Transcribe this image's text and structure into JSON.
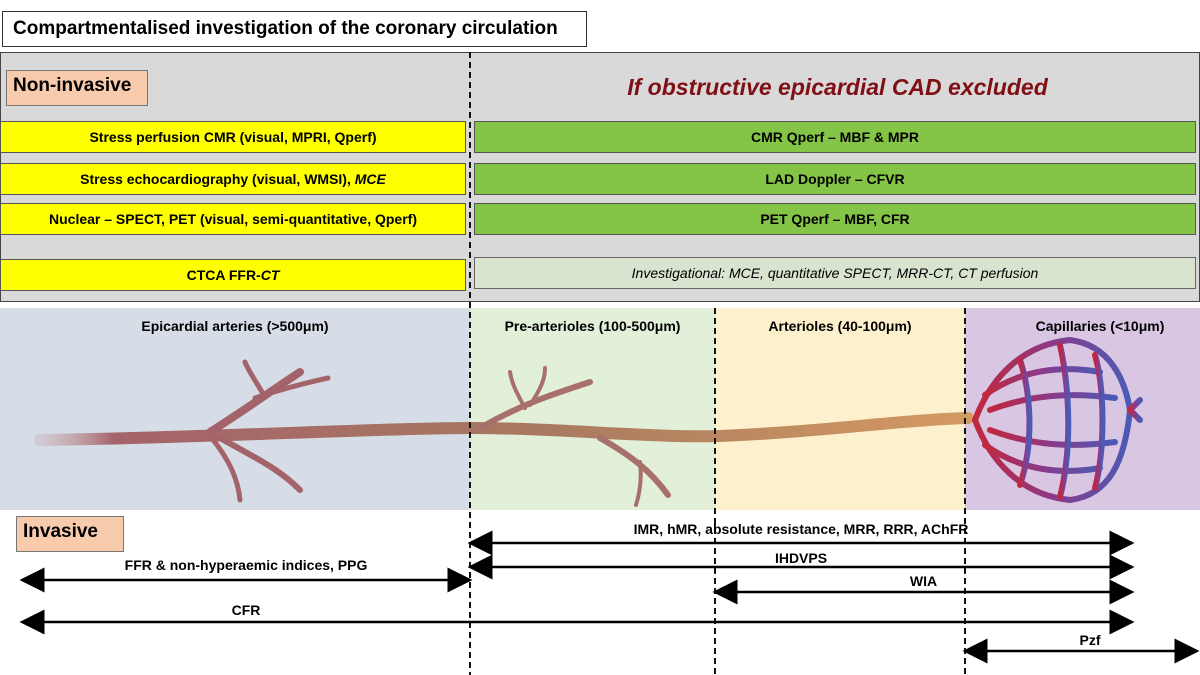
{
  "title": "Compartmentalised investigation of the coronary circulation",
  "noninvasive_tag": "Non-invasive",
  "cad_heading": "If obstructive epicardial CAD excluded",
  "left_tests": [
    {
      "label": "Stress perfusion CMR (visual, MPRI, Qperf)"
    },
    {
      "label": "Stress echocardiography (visual, WMSI),",
      "italic": "MCE"
    },
    {
      "label": "Nuclear – SPECT, PET (visual, semi-quantitative, Qperf)"
    },
    {
      "label": "CTCA FFR-",
      "italic": "CT"
    }
  ],
  "right_tests": [
    {
      "label": "CMR Qperf – MBF & MPR"
    },
    {
      "label": "LAD Doppler – CFVR"
    },
    {
      "label": "PET Qperf – MBF, CFR"
    },
    {
      "label": "Investigational: MCE, quantitative SPECT,  MRR-CT,  CT perfusion"
    }
  ],
  "zones": [
    {
      "label": "Epicardial arteries (>500μm)",
      "color": "#d6dde6"
    },
    {
      "label": "Pre-arterioles (100-500μm)",
      "color": "#e2efd9"
    },
    {
      "label": "Arterioles (40-100μm)",
      "color": "#fdf0cd"
    },
    {
      "label": "Capillaries (<10μm)",
      "color": "#d9c6e2"
    }
  ],
  "invasive_tag": "Invasive",
  "invasive_methods": [
    {
      "label": "IMR, hMR, absolute resistance, MRR, RRR, AChFR"
    },
    {
      "label": "FFR & non-hyperaemic indices, PPG"
    },
    {
      "label": "IHDVPS"
    },
    {
      "label": "WIA"
    },
    {
      "label": "CFR"
    },
    {
      "label": "Pzf"
    }
  ],
  "colors": {
    "yellow": "#ffff00",
    "green": "#84c446",
    "cad_red": "#7f0f14",
    "tag_peach": "#f8cbad",
    "vessel": "#a4636a"
  }
}
